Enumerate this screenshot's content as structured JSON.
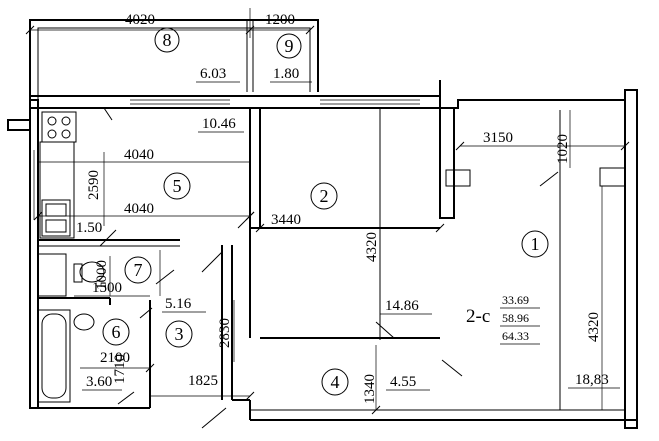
{
  "rooms": [
    {
      "id": "1",
      "area": "18,83"
    },
    {
      "id": "2",
      "area": "14.86"
    },
    {
      "id": "3",
      "area": "5.16"
    },
    {
      "id": "4",
      "area": "4.55"
    },
    {
      "id": "5",
      "area": "10.46"
    },
    {
      "id": "6",
      "area": "3.60"
    },
    {
      "id": "7",
      "area": "1.50"
    },
    {
      "id": "8",
      "area": "6.03"
    },
    {
      "id": "9",
      "area": "1.80"
    }
  ],
  "dimensions": {
    "balcony_width": "4020",
    "loggia_width": "1200",
    "bedroom_depth": "3150",
    "bedroom_small": "1020",
    "kitchen_width": "4040",
    "kitchen_width_2": "4040",
    "kitchen_depth": "2590",
    "room2_width": "3440",
    "room_height_main": "4320",
    "room_height_right": "4320",
    "toilet_depth": "1000",
    "toilet_width": "1500",
    "hall_height": "2830",
    "bath_width": "2100",
    "bath_depth": "1710",
    "hall_width": "1825",
    "corridor_depth": "1340"
  },
  "summary": {
    "type_label": "2-с",
    "living_area": "33.69",
    "usable_area": "58.96",
    "total_area": "64.33"
  }
}
